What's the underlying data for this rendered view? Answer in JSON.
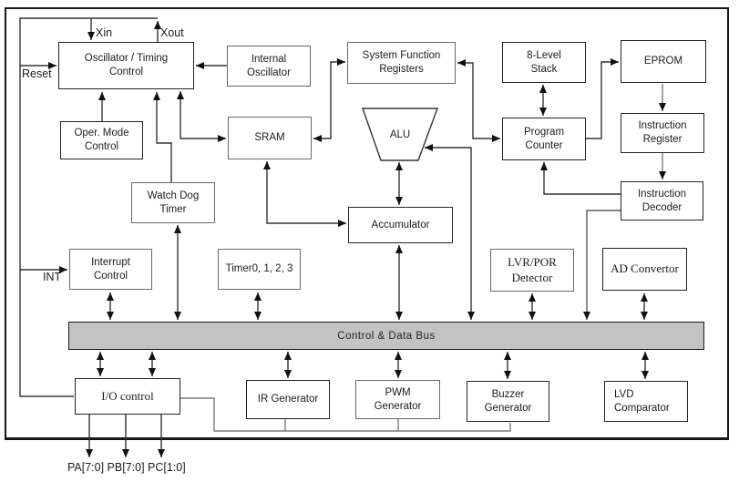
{
  "blocks": {
    "oscillator": "Oscillator / Timing\nControl",
    "oper_mode": "Oper. Mode\nControl",
    "internal_osc": "Internal\nOscillator",
    "sys_func_reg": "System Function\nRegisters",
    "stack": "8-Level\nStack",
    "eprom": "EPROM",
    "sram": "SRAM",
    "program_counter": "Program\nCounter",
    "instruction_register": "Instruction\nRegister",
    "instruction_decoder": "Instruction\nDecoder",
    "watchdog": "Watch Dog\nTimer",
    "alu": "ALU",
    "accumulator": "Accumulator",
    "interrupt_control": "Interrupt\nControl",
    "timers": "Timer0, 1, 2, 3",
    "lvr_por": "LVR/POR\nDetector",
    "ad_convertor": "AD Convertor",
    "io_control": "I/O control",
    "ir_generator": "IR Generator",
    "pwm_generator": "PWM\nGenerator",
    "buzzer_generator": "Buzzer\nGenerator",
    "lvd_comparator": "LVD\nComparator"
  },
  "bus": {
    "label": "Control & Data Bus",
    "fill": "#c3c3c3"
  },
  "signals": {
    "xin": "Xin",
    "xout": "Xout",
    "reset": "Reset",
    "int": "INT",
    "ports": "PA[7:0] PB[7:0] PC[1:0]"
  },
  "colors": {
    "line": "#333333",
    "line_gray": "#7a7a7a",
    "arrow": "#111111",
    "bus_fill": "#c3c3c3"
  }
}
